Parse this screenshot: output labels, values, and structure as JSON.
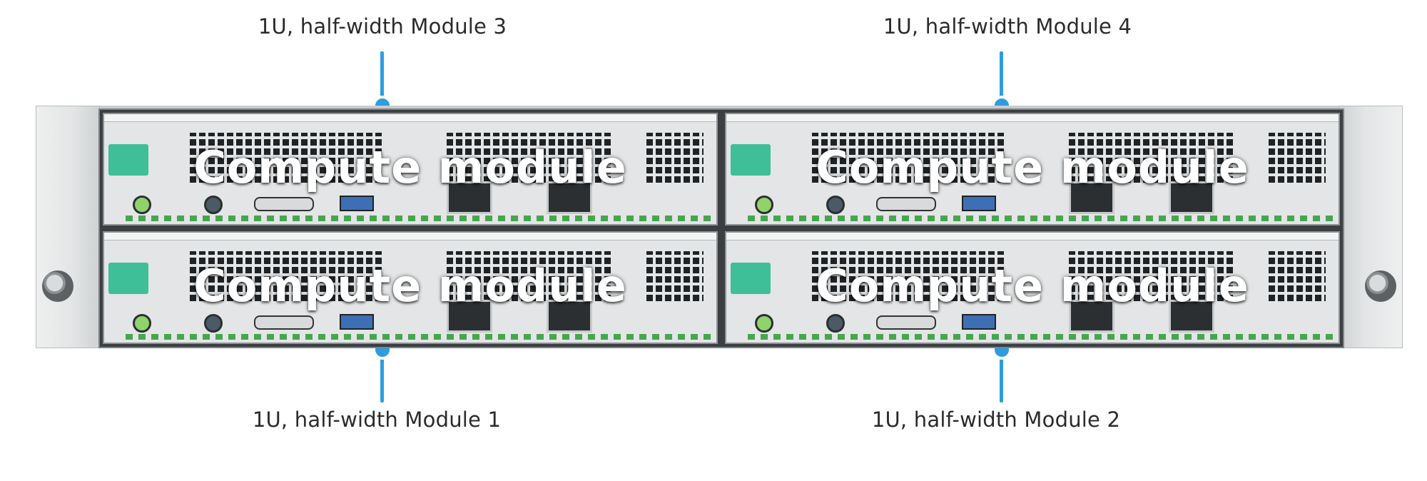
{
  "callouts": {
    "module3": "1U, half-width Module 3",
    "module4": "1U, half-width Module 4",
    "module1": "1U, half-width Module 1",
    "module2": "1U, half-width Module 2"
  },
  "modules": {
    "title": "Compute module"
  },
  "colors": {
    "callout": "#2e9de0",
    "handle": "#3fbf97",
    "usb": "#3d6fb5",
    "led": "#8fd36a"
  },
  "icons": [
    "thumbscrew-icon",
    "power-led-icon",
    "id-button-icon",
    "usb-port-icon",
    "rj45-port-icon"
  ]
}
